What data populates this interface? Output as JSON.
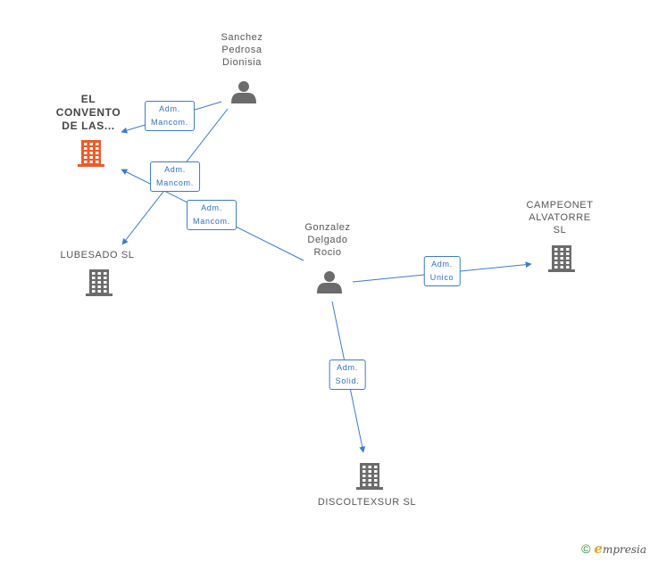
{
  "nodes": {
    "sanchez": {
      "label_lines": [
        "Sanchez",
        "Pedrosa",
        "Dionisia"
      ],
      "kind": "person"
    },
    "convento": {
      "label_lines": [
        "EL",
        "CONVENTO",
        "DE LAS..."
      ],
      "kind": "company",
      "highlight": true
    },
    "lubesado": {
      "label_lines": [
        "LUBESADO SL"
      ],
      "kind": "company"
    },
    "gonzalez": {
      "label_lines": [
        "Gonzalez",
        "Delgado",
        "Rocio"
      ],
      "kind": "person"
    },
    "campeonet": {
      "label_lines": [
        "CAMPEONET",
        "ALVATORRE",
        "SL"
      ],
      "kind": "company"
    },
    "discoltexsur": {
      "label_lines": [
        "DISCOLTEXSUR SL"
      ],
      "kind": "company"
    }
  },
  "edges": [
    {
      "from": "sanchez",
      "to": "convento",
      "label_lines": [
        "Adm.",
        "Mancom."
      ]
    },
    {
      "from": "sanchez",
      "to": "lubesado",
      "label_lines": [
        "Adm.",
        "Mancom."
      ]
    },
    {
      "from": "gonzalez",
      "to": "convento",
      "label_lines": [
        "Adm.",
        "Mancom."
      ]
    },
    {
      "from": "gonzalez",
      "to": "campeonet",
      "label_lines": [
        "Adm.",
        "Unico"
      ]
    },
    {
      "from": "gonzalez",
      "to": "discoltexsur",
      "label_lines": [
        "Adm.",
        "Solid."
      ]
    }
  ],
  "colors": {
    "edge": "#3a7bd5",
    "icon_default": "#6b6b6b",
    "icon_highlight": "#f05a28"
  },
  "footer": {
    "copyright": "©",
    "brand_initial": "e",
    "brand_rest": "mpresia"
  }
}
